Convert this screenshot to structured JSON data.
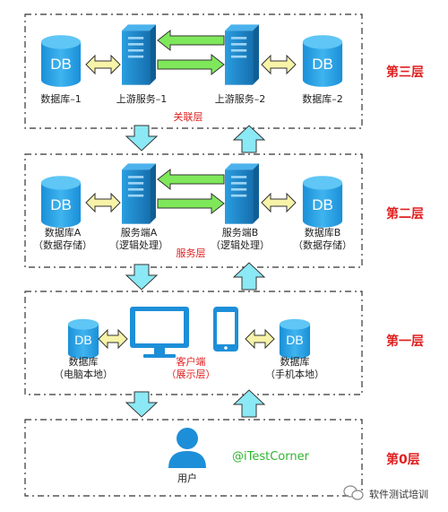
{
  "layers": {
    "l3": {
      "label": "第三层",
      "caption": "关联层",
      "db_left": "数据库–1",
      "svc_left": "上游服务–1",
      "svc_right": "上游服务–2",
      "db_right": "数据库–2"
    },
    "l2": {
      "label": "第二层",
      "caption": "服务层",
      "db_left": [
        "数据库A",
        "（数据存储）"
      ],
      "svc_left": [
        "服务端A",
        "（逻辑处理）"
      ],
      "svc_right": [
        "服务端B",
        "（逻辑处理）"
      ],
      "db_right": [
        "数据库B",
        "（数据存储）"
      ]
    },
    "l1": {
      "label": "第一层",
      "caption": [
        "客户端",
        "（展示层）"
      ],
      "db_left": [
        "数据库",
        "（电脑本地）"
      ],
      "db_right": [
        "数据库",
        "（手机本地）"
      ]
    },
    "l0": {
      "label": "第0层",
      "user": "用户",
      "handle": "@iTestCorner"
    }
  },
  "db_text": "DB",
  "watermark": "软件测试培训",
  "colors": {
    "db": "#2ea8e6",
    "server": "#1f86c8",
    "arrow_cyan": "#8be8f5",
    "arrow_green": "#7fe85a",
    "arrow_yellow": "#f7f3a8",
    "red": "#e02020"
  }
}
